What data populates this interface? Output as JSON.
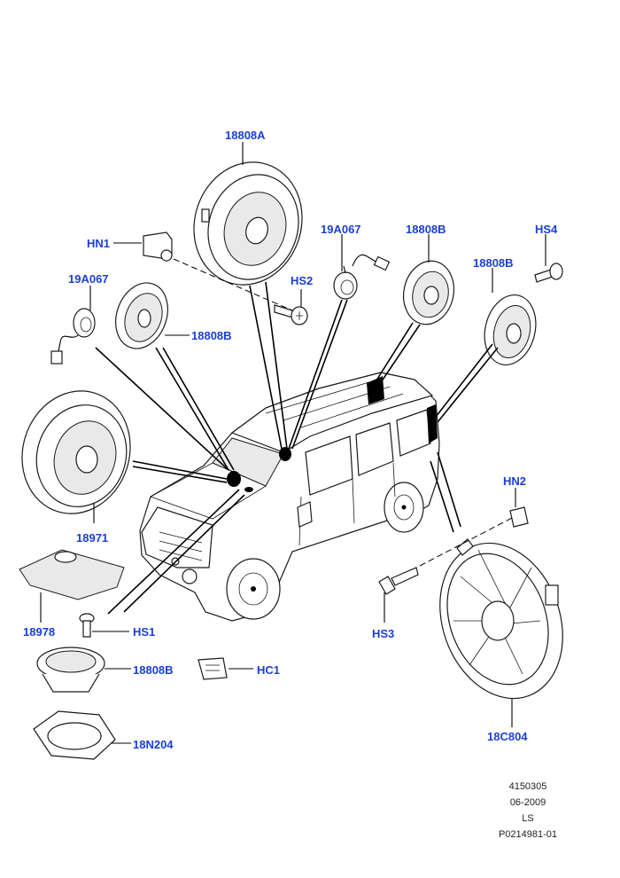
{
  "callouts": {
    "c_18808A": "18808A",
    "c_HN1": "HN1",
    "c_19A067_top": "19A067",
    "c_18808B_top": "18808B",
    "c_HS4": "HS4",
    "c_19A067_left": "19A067",
    "c_HS2": "HS2",
    "c_18808B_right": "18808B",
    "c_18808B_left": "18808B",
    "c_18971": "18971",
    "c_HN2": "HN2",
    "c_18978": "18978",
    "c_HS1": "HS1",
    "c_HS3": "HS3",
    "c_18808B_bottom": "18808B",
    "c_HC1": "HC1",
    "c_18N204": "18N204",
    "c_18C804": "18C804"
  },
  "footer": {
    "line1": "4150305",
    "line2": "06-2009",
    "line3": "LS",
    "line4": "P0214981-01"
  },
  "colors": {
    "callout": "#1a3fd6",
    "linework": "#000000"
  }
}
